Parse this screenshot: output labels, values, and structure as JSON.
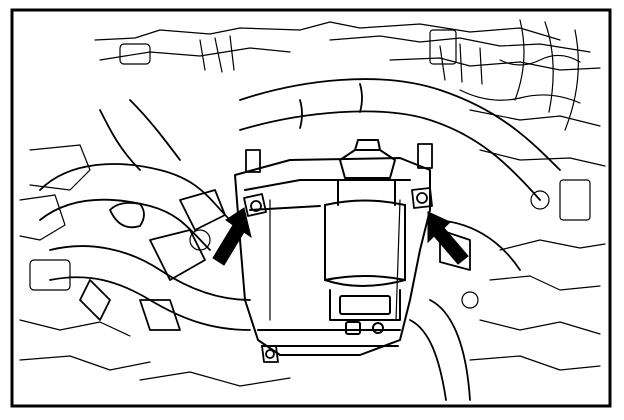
{
  "figure": {
    "subject": "engine-compartment-line-drawing",
    "line_color": "#000000",
    "background_color": "#ffffff",
    "callouts": [
      {
        "id": "left-arrow",
        "points_to": "left-mounting-bolt"
      },
      {
        "id": "right-arrow",
        "points_to": "right-mounting-bolt"
      }
    ]
  }
}
